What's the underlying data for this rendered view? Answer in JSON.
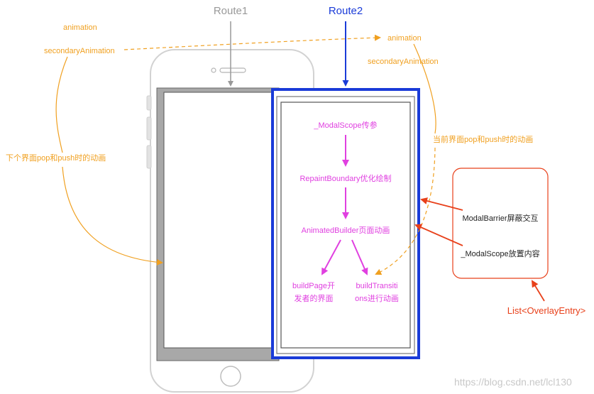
{
  "routes": {
    "route1": "Route1",
    "route2": "Route2"
  },
  "left_notes": {
    "animation": "animation",
    "secondary": "secondaryAnimation",
    "next_page": "下个界面pop和push时的动画"
  },
  "right_notes": {
    "animation": "animation",
    "secondary": "secondaryAnimation",
    "current_page": "当前界面pop和push时的动画"
  },
  "flow": {
    "modal_scope": "_ModalScope传参",
    "repaint": "RepaintBoundary优化绘制",
    "animated_builder": "AnimatedBuilder页面动画",
    "build_page_line1": "buildPage开",
    "build_page_line2": "发者的界面",
    "build_transitions_line1": "buildTransiti",
    "build_transitions_line2": "ons进行动画"
  },
  "overlay": {
    "barrier": "ModalBarrier屏蔽交互",
    "scope": "_ModalScope放置内容",
    "list": "List<OverlayEntry>"
  },
  "watermark": "https://blog.csdn.net/lcl130",
  "colors": {
    "route1": "#999999",
    "route2": "#1a3bd8",
    "orange": "#f0a020",
    "magenta": "#e040e0",
    "red": "#e8401a",
    "phone": "#dcdcdc",
    "gray_panel": "#a8a8a8"
  },
  "icons": {
    "home_button": "home-button-icon",
    "camera": "camera-icon",
    "speaker": "speaker-icon"
  }
}
